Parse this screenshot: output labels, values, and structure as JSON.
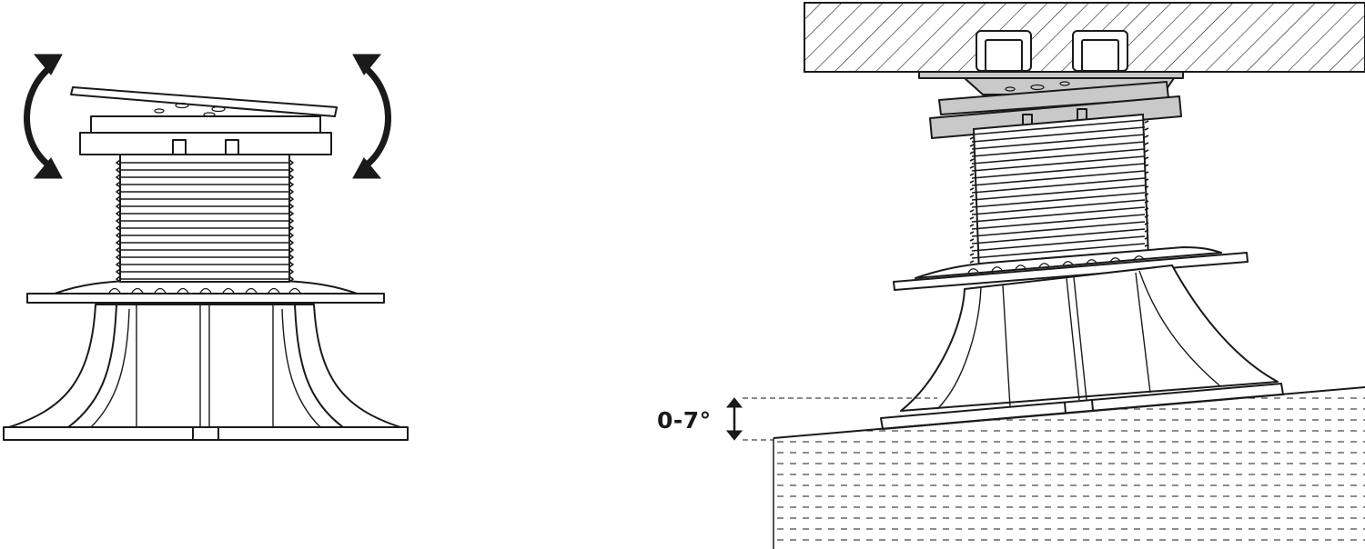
{
  "figure": {
    "left_panel": {
      "caption": "",
      "parts": [
        "tilting-head-plate",
        "threaded-column",
        "support-base",
        "tilt-arrow-left",
        "tilt-arrow-right"
      ]
    },
    "right_panel": {
      "caption": "",
      "parts": [
        "deck-board",
        "joist-profile",
        "tilted-head",
        "threaded-column",
        "base-plate",
        "sloped-ground"
      ],
      "angle_label": "0-7°"
    }
  },
  "colors": {
    "stroke": "#1a1a1a",
    "head_fill": "#c9c9c9",
    "background": "#ffffff"
  }
}
